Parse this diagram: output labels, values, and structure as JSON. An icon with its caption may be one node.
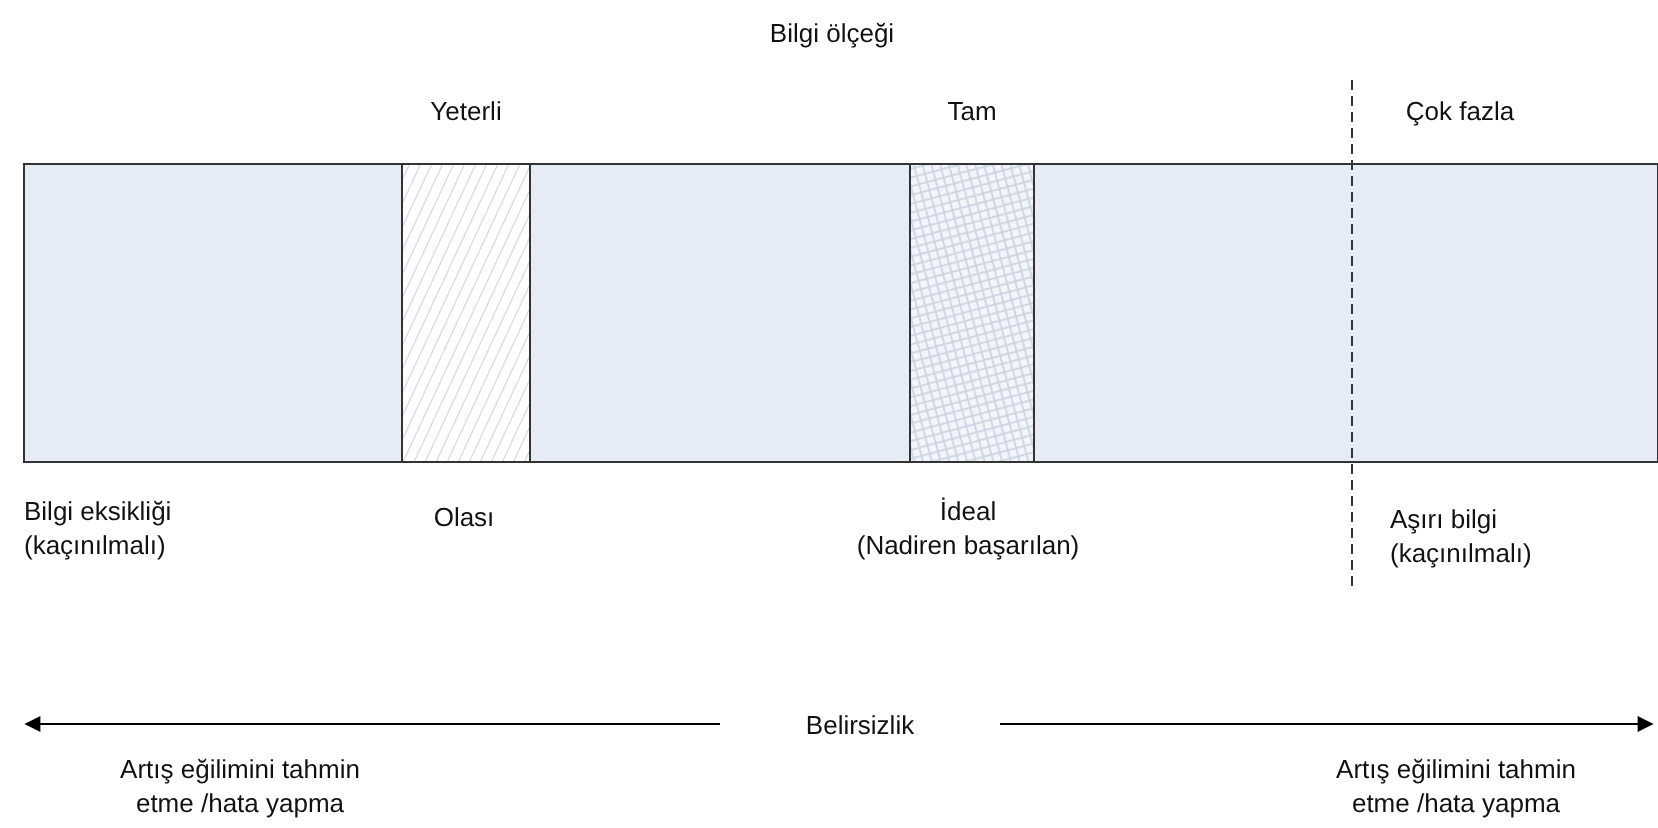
{
  "diagram": {
    "title": "Bilgi ölçeği",
    "labels": [
      "Yeterli",
      "Tam",
      "Çok fazla",
      "Bilgi eksikliği (kaçınılmalı)",
      "Olası",
      "İdeal (Nadiren başarılan)",
      "Aşırı bilgi (kaçınılmalı)",
      "Belirsizlik",
      "Artış eğilimini tahmin etme /hata yapma",
      "Artış eğilimini tahmin etme /hata yapma"
    ]
  }
}
